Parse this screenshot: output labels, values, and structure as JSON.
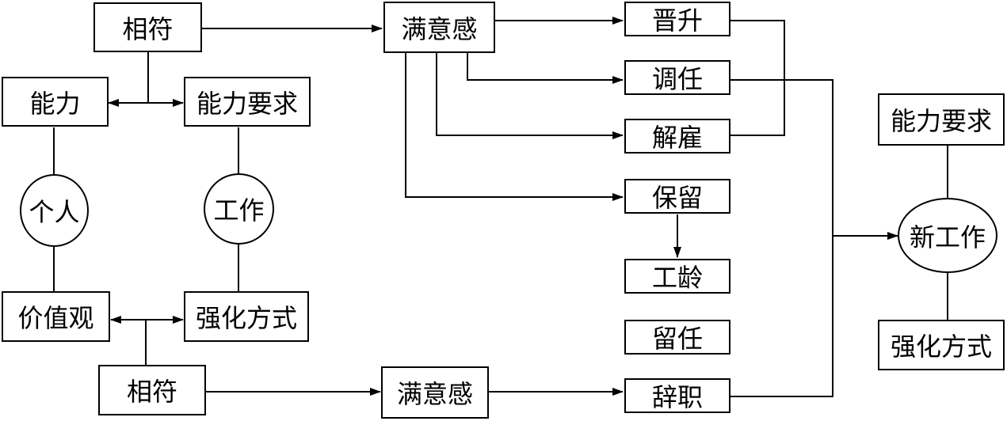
{
  "person": {
    "ability": "能力",
    "circle": "个人",
    "values": "价值观"
  },
  "job": {
    "ability_req": "能力要求",
    "circle": "工作",
    "reinforcer": "强化方式"
  },
  "match_top": "相符",
  "match_bottom": "相符",
  "satisfaction_top": "满意感",
  "satisfaction_bottom": "满意感",
  "outcomes": {
    "promotion": "晋升",
    "transfer": "调任",
    "dismissal": "解雇",
    "retention": "保留",
    "tenure": "工龄",
    "stay": "留任",
    "resign": "辞职"
  },
  "new_job": {
    "ability_req": "能力要求",
    "circle": "新工作",
    "reinforcer": "强化方式"
  }
}
